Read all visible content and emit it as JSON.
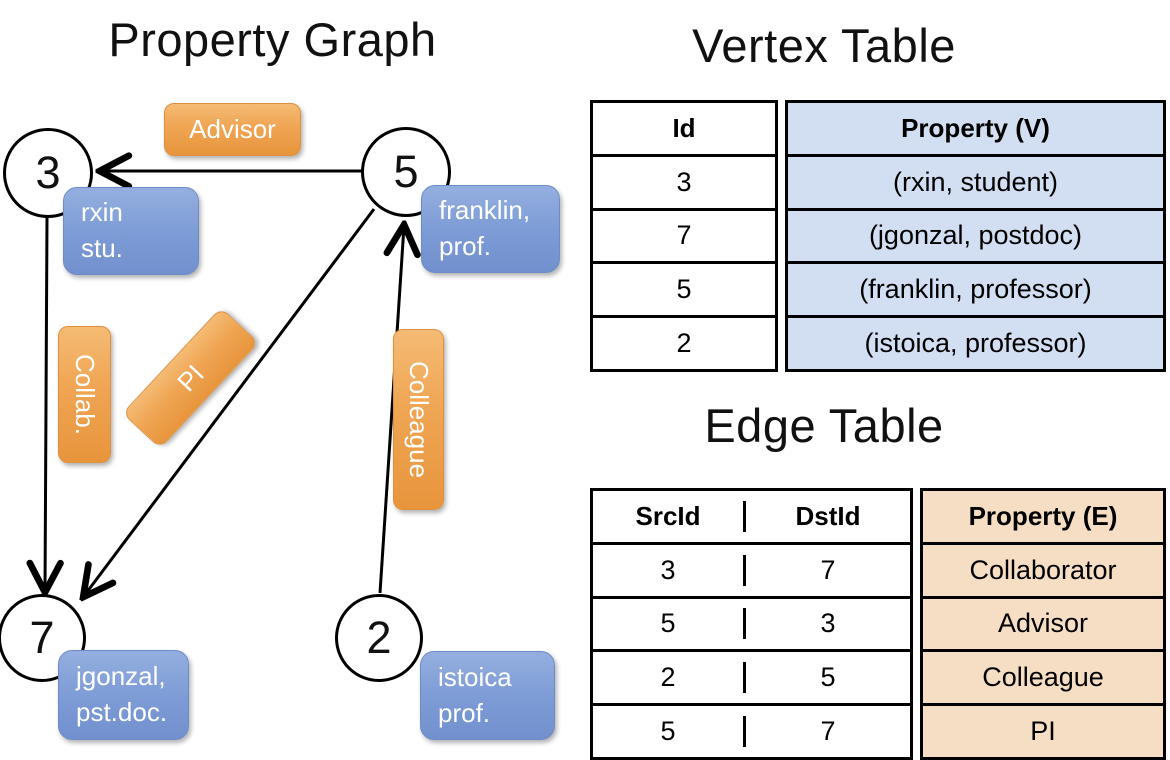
{
  "titles": {
    "graph": "Property Graph",
    "vertex_table": "Vertex Table",
    "edge_table": "Edge Table"
  },
  "colors": {
    "edge_label_accent": "#EFA553",
    "vertex_box_accent": "#7E9CD6",
    "vertex_property_cell_bg": "#D2DEF2",
    "edge_property_cell_bg": "#F5DEC3",
    "line_color": "#000000"
  },
  "graph": {
    "nodes": [
      {
        "id": "3",
        "label_lines": [
          "rxin",
          "stu."
        ]
      },
      {
        "id": "5",
        "label_lines": [
          "franklin,",
          "prof."
        ]
      },
      {
        "id": "7",
        "label_lines": [
          "jgonzal,",
          "pst.doc."
        ]
      },
      {
        "id": "2",
        "label_lines": [
          "istoica",
          "prof."
        ]
      }
    ],
    "edges": [
      {
        "label": "Advisor",
        "from": "5",
        "to": "3"
      },
      {
        "label": "Collab.",
        "from": "3",
        "to": "7"
      },
      {
        "label": "PI",
        "from": "5",
        "to": "7"
      },
      {
        "label": "Colleague",
        "from": "2",
        "to": "5"
      }
    ]
  },
  "vertex_table": {
    "headers": [
      "Id",
      "Property (V)"
    ],
    "rows": [
      [
        "3",
        "(rxin, student)"
      ],
      [
        "7",
        "(jgonzal, postdoc)"
      ],
      [
        "5",
        "(franklin, professor)"
      ],
      [
        "2",
        "(istoica, professor)"
      ]
    ]
  },
  "edge_table": {
    "headers": [
      "SrcId",
      "DstId",
      "Property (E)"
    ],
    "rows": [
      [
        "3",
        "7",
        "Collaborator"
      ],
      [
        "5",
        "3",
        "Advisor"
      ],
      [
        "2",
        "5",
        "Colleague"
      ],
      [
        "5",
        "7",
        "PI"
      ]
    ]
  }
}
